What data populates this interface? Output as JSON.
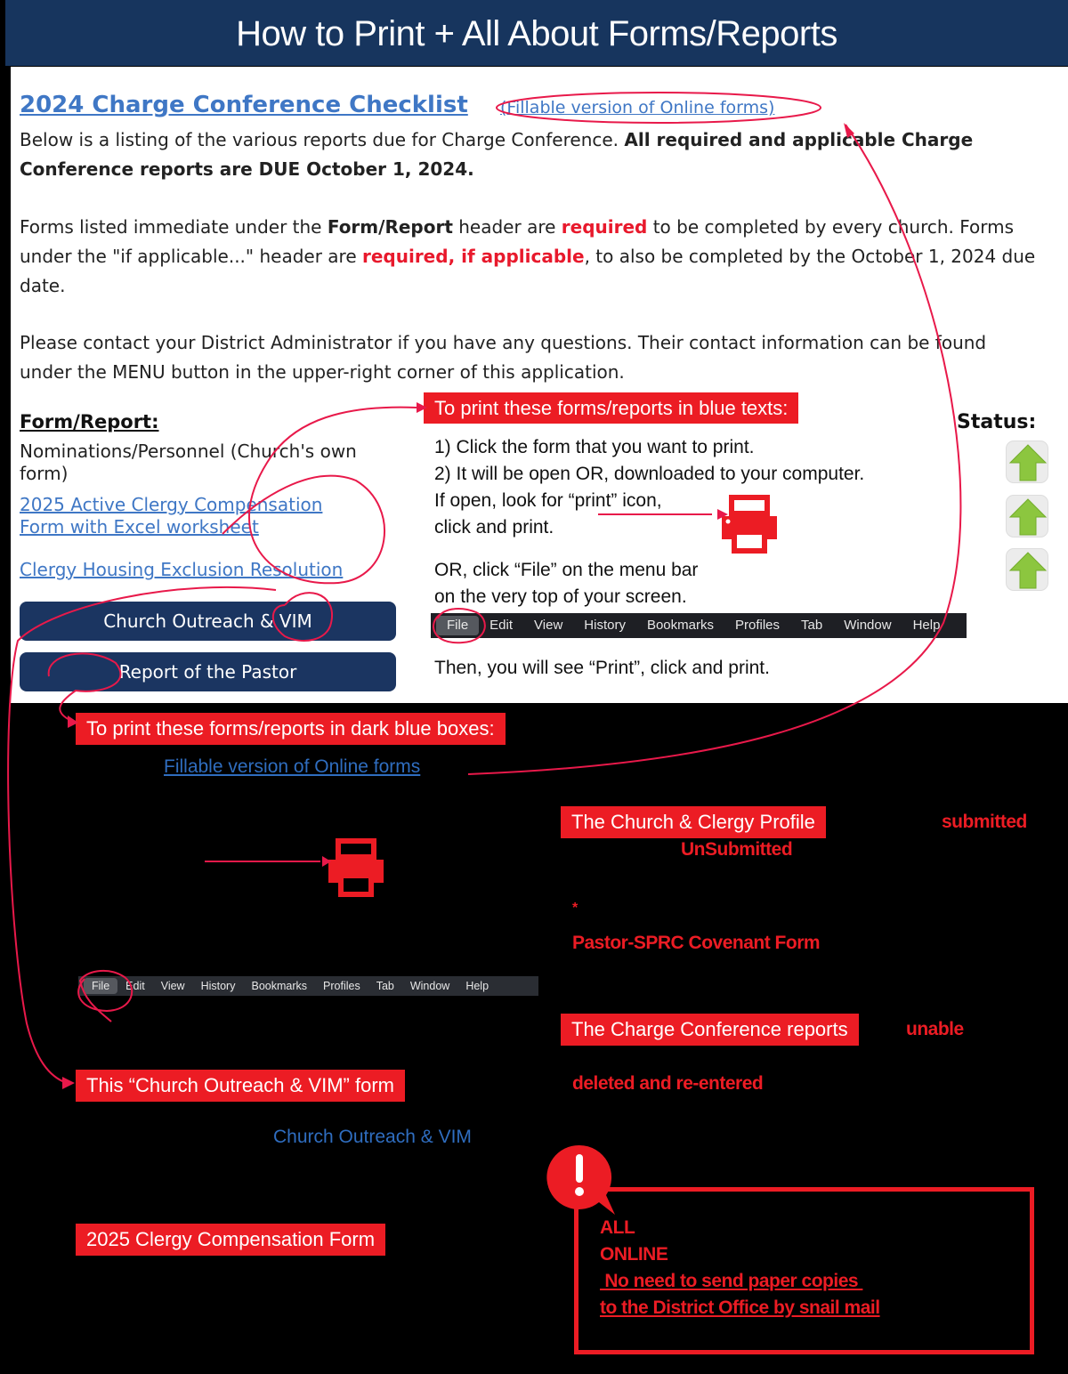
{
  "banner": {
    "title": "How to Print + All About Forms/Reports"
  },
  "checklist": {
    "title": "2024 Charge Conference Checklist",
    "fillable_link": "(Fillable version of Online forms)",
    "intro_plain": "Below is a listing of the various reports due for Charge Conference. ",
    "intro_bold": "All required and applicable Charge Conference reports are DUE October 1, 2024.",
    "para2": {
      "p1": "Forms listed immediate under the ",
      "p2": "Form/Report",
      "p3": " header are ",
      "p4": "required",
      "p5": " to be completed by every church. Forms under the \"if applicable...\" header are ",
      "p6": "required, if applicable",
      "p7": ", to also be completed by the October 1, 2024 due date."
    },
    "para3": "Please contact your District Administrator if you have any questions. Their contact information can be found under the MENU button in the upper-right corner of this application.",
    "form_heading": "Form/Report:",
    "status_heading": "Status:",
    "forms": [
      {
        "label": "Nominations/Personnel (Church's own form)",
        "type": "text"
      },
      {
        "label": "2025 Active Clergy Compensation Form with Excel worksheet",
        "type": "link"
      },
      {
        "label": "Clergy Housing Exclusion Resolution",
        "type": "link"
      }
    ],
    "buttons": [
      {
        "label": "Church Outreach & VIM"
      },
      {
        "label": "Report of the Pastor"
      }
    ],
    "status_icons": [
      "upload-arrow",
      "upload-arrow",
      "upload-arrow"
    ]
  },
  "blue_text_instructions": {
    "tag": "To print these forms/reports in blue texts:",
    "step1": "1) Click the form that you want to print.",
    "step2": "2) It will be open OR, downloaded to your computer.",
    "step3a": "If open, look for “print” icon,",
    "step3b": "click and print.",
    "step4a": "OR, click “File” on the menu bar",
    "step4b": "on the very top of your screen.",
    "step5": "Then, you will see “Print”, click and print."
  },
  "menubar": {
    "items": [
      "File",
      "Edit",
      "View",
      "History",
      "Bookmarks",
      "Profiles",
      "Tab",
      "Window",
      "Help"
    ],
    "active": "File"
  },
  "dark_box_instructions": {
    "tag": "To print these forms/reports in dark blue boxes:",
    "link": "Fillable version of Online forms"
  },
  "profile_note": {
    "tag": "The Church & Clergy Profile",
    "submitted": "submitted",
    "unsubmitted": "UnSubmitted",
    "asterisk": "*",
    "covenant": "Pastor-SPRC Covenant Form"
  },
  "reports_note": {
    "tag": "The Charge Conference reports",
    "unable": "unable",
    "deleted": "deleted and re-entered"
  },
  "vim_note": {
    "tag": "This “Church Outreach & VIM” form",
    "link": "Church Outreach & VIM"
  },
  "comp_note": {
    "tag": "2025 Clergy Compensation Form"
  },
  "alert": {
    "icon": "exclamation-icon",
    "line1": "ALL",
    "line2": "ONLINE",
    "line3": " No need to send paper copies ",
    "line4": "to the District Office by snail mail"
  },
  "colors": {
    "banner": "#17355e",
    "accent_red": "#ec1c24",
    "link_blue": "#3f77c5",
    "button_navy": "#1b3561",
    "status_green": "#8cc63f"
  }
}
